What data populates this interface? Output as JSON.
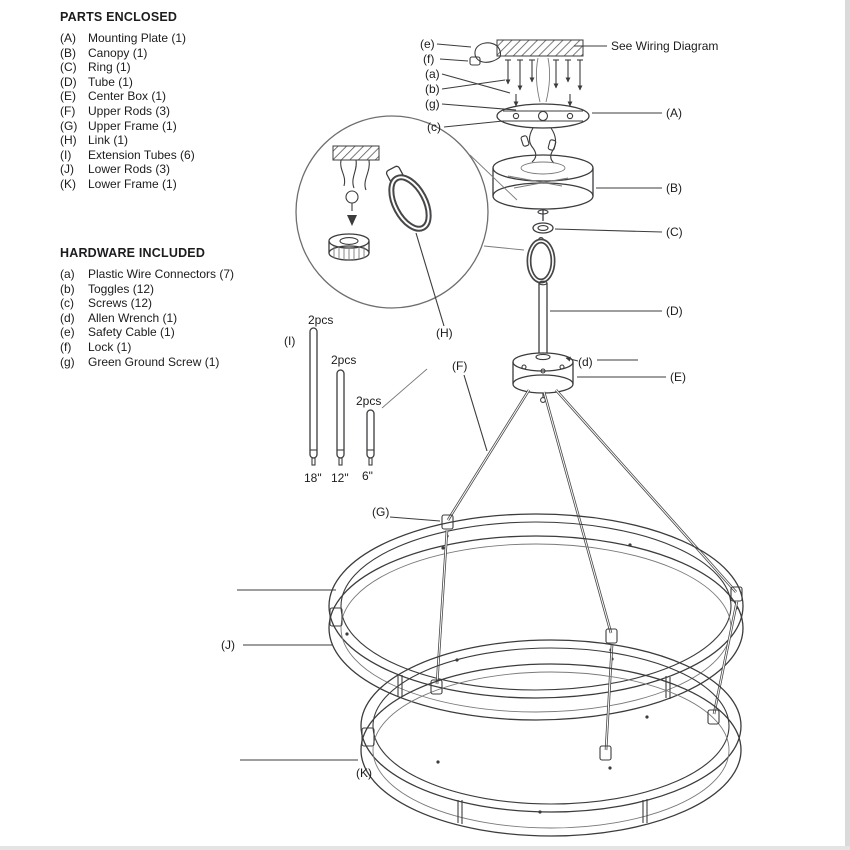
{
  "parts": {
    "title": "PARTS ENCLOSED",
    "items": [
      {
        "key": "(A)",
        "label": "Mounting Plate (1)"
      },
      {
        "key": "(B)",
        "label": "Canopy (1)"
      },
      {
        "key": "(C)",
        "label": "Ring (1)"
      },
      {
        "key": "(D)",
        "label": "Tube (1)"
      },
      {
        "key": "(E)",
        "label": "Center Box (1)"
      },
      {
        "key": "(F)",
        "label": "Upper Rods (3)"
      },
      {
        "key": "(G)",
        "label": "Upper Frame (1)"
      },
      {
        "key": "(H)",
        "label": "Link (1)"
      },
      {
        "key": "(I)",
        "label": "Extension Tubes (6)"
      },
      {
        "key": "(J)",
        "label": "Lower Rods (3)"
      },
      {
        "key": "(K)",
        "label": "Lower Frame (1)"
      }
    ]
  },
  "hardware": {
    "title": "HARDWARE INCLUDED",
    "items": [
      {
        "key": "(a)",
        "label": "Plastic Wire Connectors (7)"
      },
      {
        "key": "(b)",
        "label": "Toggles (12)"
      },
      {
        "key": "(c)",
        "label": "Screws (12)"
      },
      {
        "key": "(d)",
        "label": "Allen Wrench (1)"
      },
      {
        "key": "(e)",
        "label": "Safety Cable (1)"
      },
      {
        "key": "(f)",
        "label": "Lock (1)"
      },
      {
        "key": "(g)",
        "label": "Green Ground Screw (1)"
      }
    ]
  },
  "diagram": {
    "wiring_note": "See Wiring Diagram",
    "callouts": {
      "A": "(A)",
      "B": "(B)",
      "C": "(C)",
      "D": "(D)",
      "E": "(E)",
      "F": "(F)",
      "G": "(G)",
      "H": "(H)",
      "I": "(I)",
      "J": "(J)",
      "K": "(K)",
      "a": "(a)",
      "b": "(b)",
      "c": "(c)",
      "d": "(d)",
      "e": "(e)",
      "f": "(f)",
      "g": "(g)"
    },
    "tubes": {
      "qty_label": "2pcs",
      "sizes": [
        "18\"",
        "12\"",
        "6\""
      ]
    }
  }
}
